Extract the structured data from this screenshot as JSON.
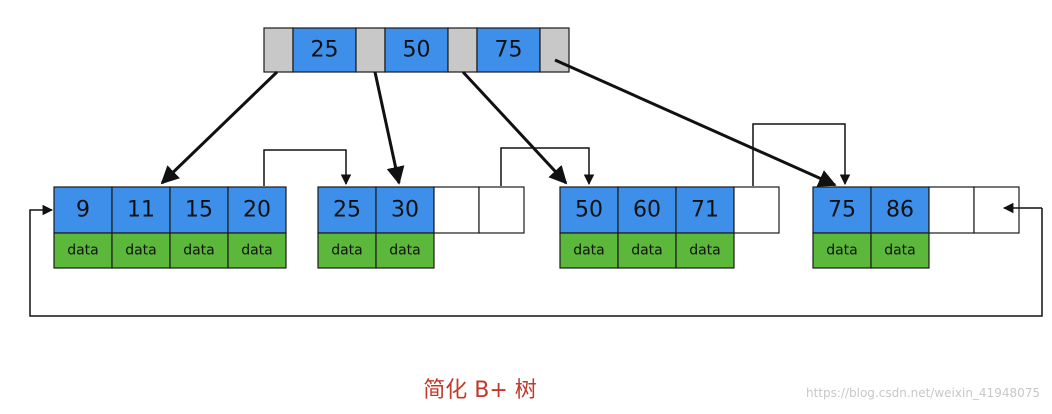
{
  "colors": {
    "key_fill": "#3d8fea",
    "pointer_fill": "#c8c8c8",
    "data_fill": "#5cb83a",
    "empty_fill": "#ffffff",
    "stroke": "#1a1a1a",
    "caption": "#c0392b"
  },
  "root": {
    "keys": [
      "25",
      "50",
      "75"
    ]
  },
  "leaves": [
    {
      "keys": [
        "9",
        "11",
        "15",
        "20"
      ],
      "empty_slots": 0,
      "data_labels": [
        "data",
        "data",
        "data",
        "data"
      ]
    },
    {
      "keys": [
        "25",
        "30"
      ],
      "empty_slots": 2,
      "data_labels": [
        "data",
        "data"
      ]
    },
    {
      "keys": [
        "50",
        "60",
        "71"
      ],
      "empty_slots": 1,
      "data_labels": [
        "data",
        "data",
        "data"
      ]
    },
    {
      "keys": [
        "75",
        "86"
      ],
      "empty_slots": 2,
      "data_labels": [
        "data",
        "data"
      ]
    }
  ],
  "caption": "简化 B+ 树",
  "watermark": "https://blog.csdn.net/weixin_41948075"
}
